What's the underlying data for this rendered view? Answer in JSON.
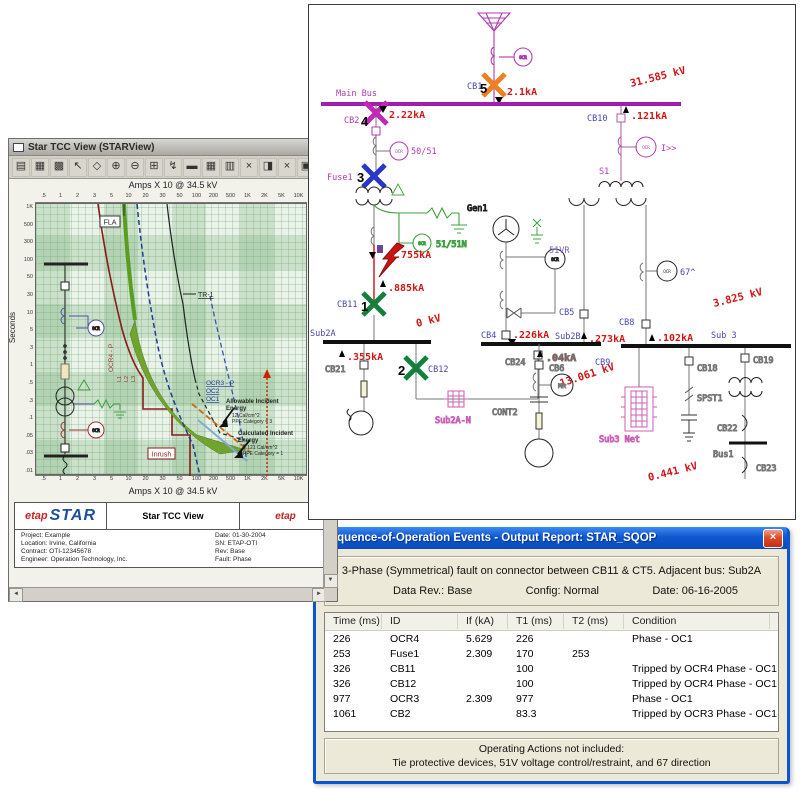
{
  "colors": {
    "bus_magenta": "#A21CAF",
    "label_blue": "#4646B4",
    "label_magenta": "#B03AB0",
    "value_red": "#D11616",
    "x_green": "#15803D",
    "x_blue": "#2B35C8",
    "x_orange": "#EE8022",
    "x_magenta": "#C128B8",
    "xp_title_blue": "#1058CE",
    "xp_beige": "#ECE9D8",
    "tcc_green_band": "#6FA82F"
  },
  "tcc": {
    "title": "Star TCC View (STARView)",
    "toolbar": [
      {
        "name": "tcc-plot-icon",
        "glyph": "▤"
      },
      {
        "name": "tcc-multi-plot-icon",
        "glyph": "▦"
      },
      {
        "name": "tcc-report-icon",
        "glyph": "▩"
      },
      {
        "name": "select-arrow-icon",
        "glyph": "↖"
      },
      {
        "name": "pan-hand-icon",
        "glyph": "◇"
      },
      {
        "name": "zoom-in-icon",
        "glyph": "⊕"
      },
      {
        "name": "zoom-out-icon",
        "glyph": "⊖"
      },
      {
        "name": "fit-view-icon",
        "glyph": "⊞"
      },
      {
        "name": "fault-arrow-icon",
        "glyph": "↯"
      },
      {
        "name": "normalize-icon",
        "glyph": "▬"
      },
      {
        "name": "grid-icon",
        "glyph": "▦"
      },
      {
        "name": "axis-icon",
        "glyph": "▥"
      },
      {
        "name": "delete-curve-icon",
        "glyph": "×"
      },
      {
        "name": "print-preview-icon",
        "glyph": "◨"
      },
      {
        "name": "remove-icon",
        "glyph": "×"
      },
      {
        "name": "copy-icon",
        "glyph": "▣"
      },
      {
        "name": "snapshot-icon",
        "glyph": "◉"
      }
    ],
    "axis_title": "Amps  X 10 @ 34.5 kV",
    "seconds_label": "Seconds",
    "ruler": [
      ".5",
      "1",
      "2",
      "3",
      "5",
      "10",
      "20",
      "30",
      "50",
      "100",
      "200",
      "500",
      "1K",
      "2K",
      "5K",
      "10K"
    ],
    "yaxis": [
      "1K",
      "500",
      "300",
      "100",
      "50",
      "30",
      "10",
      "5",
      "3",
      "1",
      ".5",
      ".3",
      ".1",
      ".05",
      ".03",
      ".01"
    ],
    "plot": {
      "fla": "FLA",
      "tr1": "TR-1",
      "ocr4p": "OCR4 - P",
      "l1": "L1",
      "l2": "L2",
      "l3": "L3",
      "ocr3p": "OCR3 - P",
      "oc2": "OC2",
      "oc1": "OC1",
      "allow1": "Allowable Incident",
      "allow2": "Energy",
      "allow3": "12 Cal/cm^2",
      "allow4": "PPE Category = 3",
      "calc1": "Calculated Incident",
      "calc2": "Energy",
      "calc3": "8.121 Cal/cm^2",
      "calc4": "PPE Category = 1",
      "inrush": "Inrush",
      "ocr": "OCR"
    },
    "footer": {
      "logo1a": "etap",
      "logo1b": "STAR",
      "center_title": "Star TCC View",
      "logo2": "etap",
      "project": "Project:  Example",
      "location": "Location:  Irvine, California",
      "contract": "Contract:  OTI-12345678",
      "engineer": "Engineer:  Operation Technology, Inc.",
      "date": "Date:  01-30-2004",
      "sn": "SN:  ETAP-OTI",
      "rev": "Rev:  Base",
      "fault": "Fault:  Phase"
    }
  },
  "diagram": {
    "labels": {
      "ocr": "OCR",
      "main_bus": "Main Bus",
      "kv_top": "31.585 kV",
      "cb1": "CB1",
      "seq5": "5",
      "i_cb1": "2.1kA",
      "cb2": "CB2",
      "seq4": "4",
      "i_cb2": "2.22kA",
      "r5051": "50/51",
      "fuse1": "Fuse1",
      "seq3": "3",
      "r5151n": "51/51N",
      "i_fault": "5.755kA",
      "i_885": ".885kA",
      "cb11": "CB11",
      "seq1": "1",
      "kv0": "0 kV",
      "sub2a": "Sub2A",
      "i_355": ".355kA",
      "cb21": "CB21",
      "cb12": "CB12",
      "seq2": "2",
      "sub2a_n": "Sub2A-N",
      "cont2": "CONT2",
      "cb24": "CB24",
      "gen1": "Gen1",
      "r51vr": "51VR",
      "cb4": "CB4",
      "i_226": ".226kA",
      "sub2b": "Sub2B",
      "cb10": "CB10",
      "i_121": ".121kA",
      "i_gt": "I>>",
      "s1": "S1",
      "cb5": "CB5",
      "r67": "67^",
      "cb8": "CB8",
      "i_273": ".273kA",
      "i_102": ".102kA",
      "sub3": "Sub 3",
      "kv3825": "3.825 kV",
      "kv13061": "13.061 kV",
      "cb9": "CB9",
      "i_04": ".04kA",
      "cb6": "CB6",
      "mr": "MR",
      "sub3net": "Sub3 Net",
      "cb18": "CB18",
      "cb19": "CB19",
      "spst1": "SPST1",
      "cb22": "CB22",
      "bus1": "Bus1",
      "cb23": "CB23",
      "kv0441": "0.441 kV"
    }
  },
  "sqop": {
    "title": "Sequence-of-Operation Events - Output Report: STAR_SQOP",
    "close_glyph": "×",
    "fault_line": "3-Phase (Symmetrical) fault on connector between CB11 & CT5.  Adjacent bus: Sub2A",
    "data_rev": "Data Rev.:  Base",
    "config": "Config:  Normal",
    "date": "Date:  06-16-2005",
    "columns": [
      "Time (ms)",
      "ID",
      "If (kA)",
      "T1 (ms)",
      "T2 (ms)",
      "Condition"
    ],
    "rows": [
      [
        "226",
        "OCR4",
        "5.629",
        "226",
        "",
        "Phase - OC1"
      ],
      [
        "253",
        "Fuse1",
        "2.309",
        "170",
        "253",
        ""
      ],
      [
        "326",
        "CB11",
        "",
        "100",
        "",
        "Tripped by OCR4 Phase - OC1"
      ],
      [
        "326",
        "CB12",
        "",
        "100",
        "",
        "Tripped by OCR4 Phase - OC1"
      ],
      [
        "977",
        "OCR3",
        "2.309",
        "977",
        "",
        "Phase - OC1"
      ],
      [
        "1061",
        "CB2",
        "",
        "83.3",
        "",
        "Tripped by OCR3 Phase - OC1"
      ]
    ],
    "note1": "Operating Actions not included:",
    "note2": "Tie protective devices, 51V voltage control/restraint, and 67 direction"
  }
}
